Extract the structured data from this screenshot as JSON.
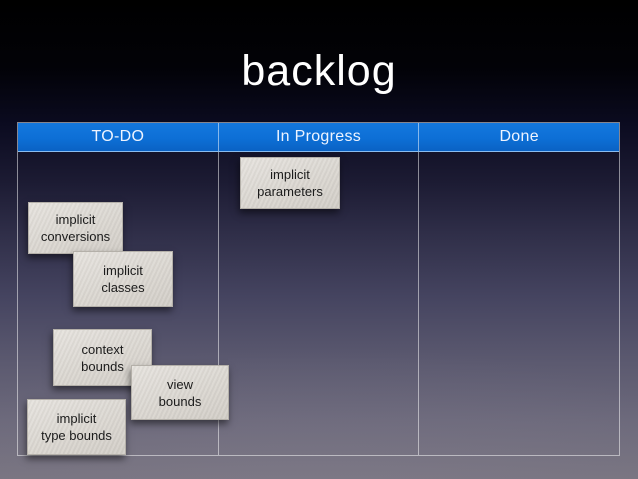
{
  "slide": {
    "title": "backlog"
  },
  "board": {
    "columns": [
      {
        "label": "TO-DO"
      },
      {
        "label": "In Progress"
      },
      {
        "label": "Done"
      }
    ],
    "cards": [
      {
        "name": "implicit-conversions",
        "column": "TO-DO",
        "lines": [
          "implicit",
          "conversions"
        ]
      },
      {
        "name": "implicit-classes",
        "column": "TO-DO",
        "lines": [
          "implicit",
          "classes"
        ]
      },
      {
        "name": "context-bounds",
        "column": "TO-DO",
        "lines": [
          "context",
          "bounds"
        ]
      },
      {
        "name": "view-bounds",
        "column": "TO-DO",
        "lines": [
          "view",
          "bounds"
        ]
      },
      {
        "name": "implicit-type-bounds",
        "column": "TO-DO",
        "lines": [
          "implicit",
          "type bounds"
        ]
      },
      {
        "name": "implicit-parameters",
        "column": "In Progress",
        "lines": [
          "implicit",
          "parameters"
        ]
      }
    ]
  },
  "colors": {
    "header_blue": "#0d6fd6",
    "grid_line": "rgba(255,255,255,0.5)",
    "card_background": "#dcd8d2",
    "card_text": "#1b1b1b",
    "title_text": "#ffffff",
    "background_top": "#000000",
    "background_bottom": "#787480"
  }
}
